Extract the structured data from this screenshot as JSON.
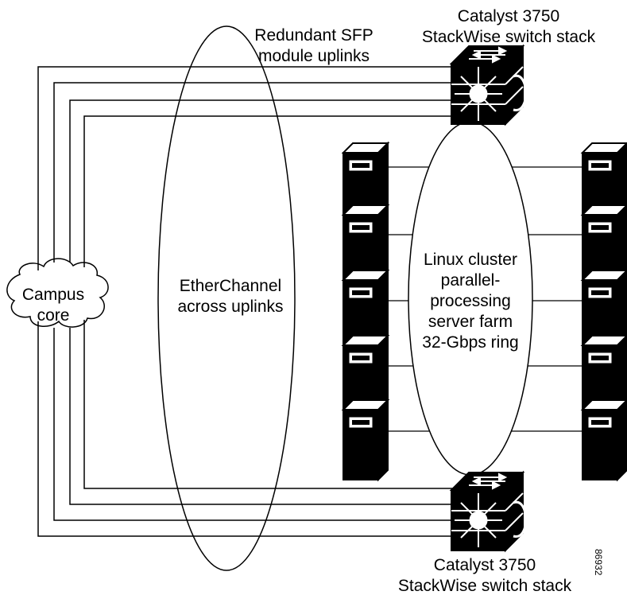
{
  "diagram": {
    "top_switch_label": [
      "Catalyst 3750",
      "StackWise switch stack"
    ],
    "uplinks_label": [
      "Redundant SFP",
      "module uplinks"
    ],
    "campus_label": [
      "Campus",
      "core"
    ],
    "etherchannel_label": [
      "EtherChannel",
      "across uplinks"
    ],
    "cluster_label": [
      "Linux cluster",
      "parallel-",
      "processing",
      "server farm",
      "32-Gbps ring"
    ],
    "bottom_switch_label": [
      "Catalyst 3750",
      "StackWise switch stack"
    ],
    "figure_id": "86932",
    "servers_left_count": 5,
    "servers_right_count": 5,
    "uplink_count": 4
  }
}
